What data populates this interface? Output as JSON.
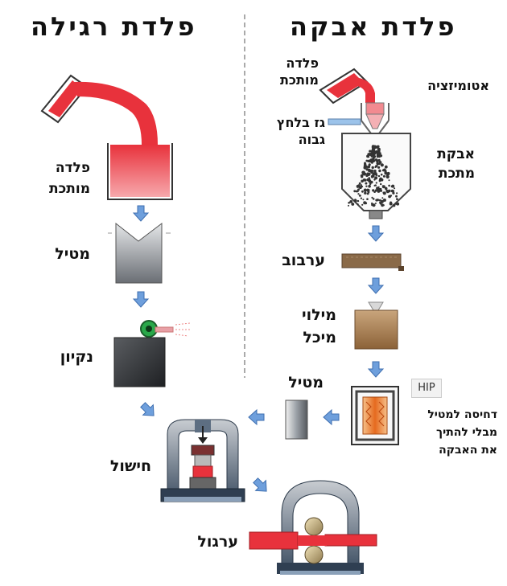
{
  "titles": {
    "powder": "פלדת אבקה",
    "regular": "פלדת רגילה"
  },
  "labels": {
    "molten_powder": "פלדה\nמותכת",
    "atomization": "אטומיזציה",
    "high_pressure_gas": "גז בלחץ\nגבוה",
    "metal_powder": "אבקת\nמתכת",
    "mixing": "ערבוב",
    "filling": "מילוי\nמיכל",
    "hip_tag": "HIP",
    "hip_desc": "דחיסה למטיל\nמבלי להתיך\nאת האבקה",
    "ingot_powder": "מטיל",
    "molten_regular": "פלדה\nמותכת",
    "ingot_regular": "מטיל",
    "cleaning": "נקיון",
    "forging": "חישול",
    "rolling": "ערגול"
  },
  "colors": {
    "molten": "#e8323c",
    "arrow": "#6e9fdc",
    "press": "#3f5064",
    "steel": "#8a8f96",
    "mixing": "#8a6a48",
    "filled": "#a87b4c"
  }
}
